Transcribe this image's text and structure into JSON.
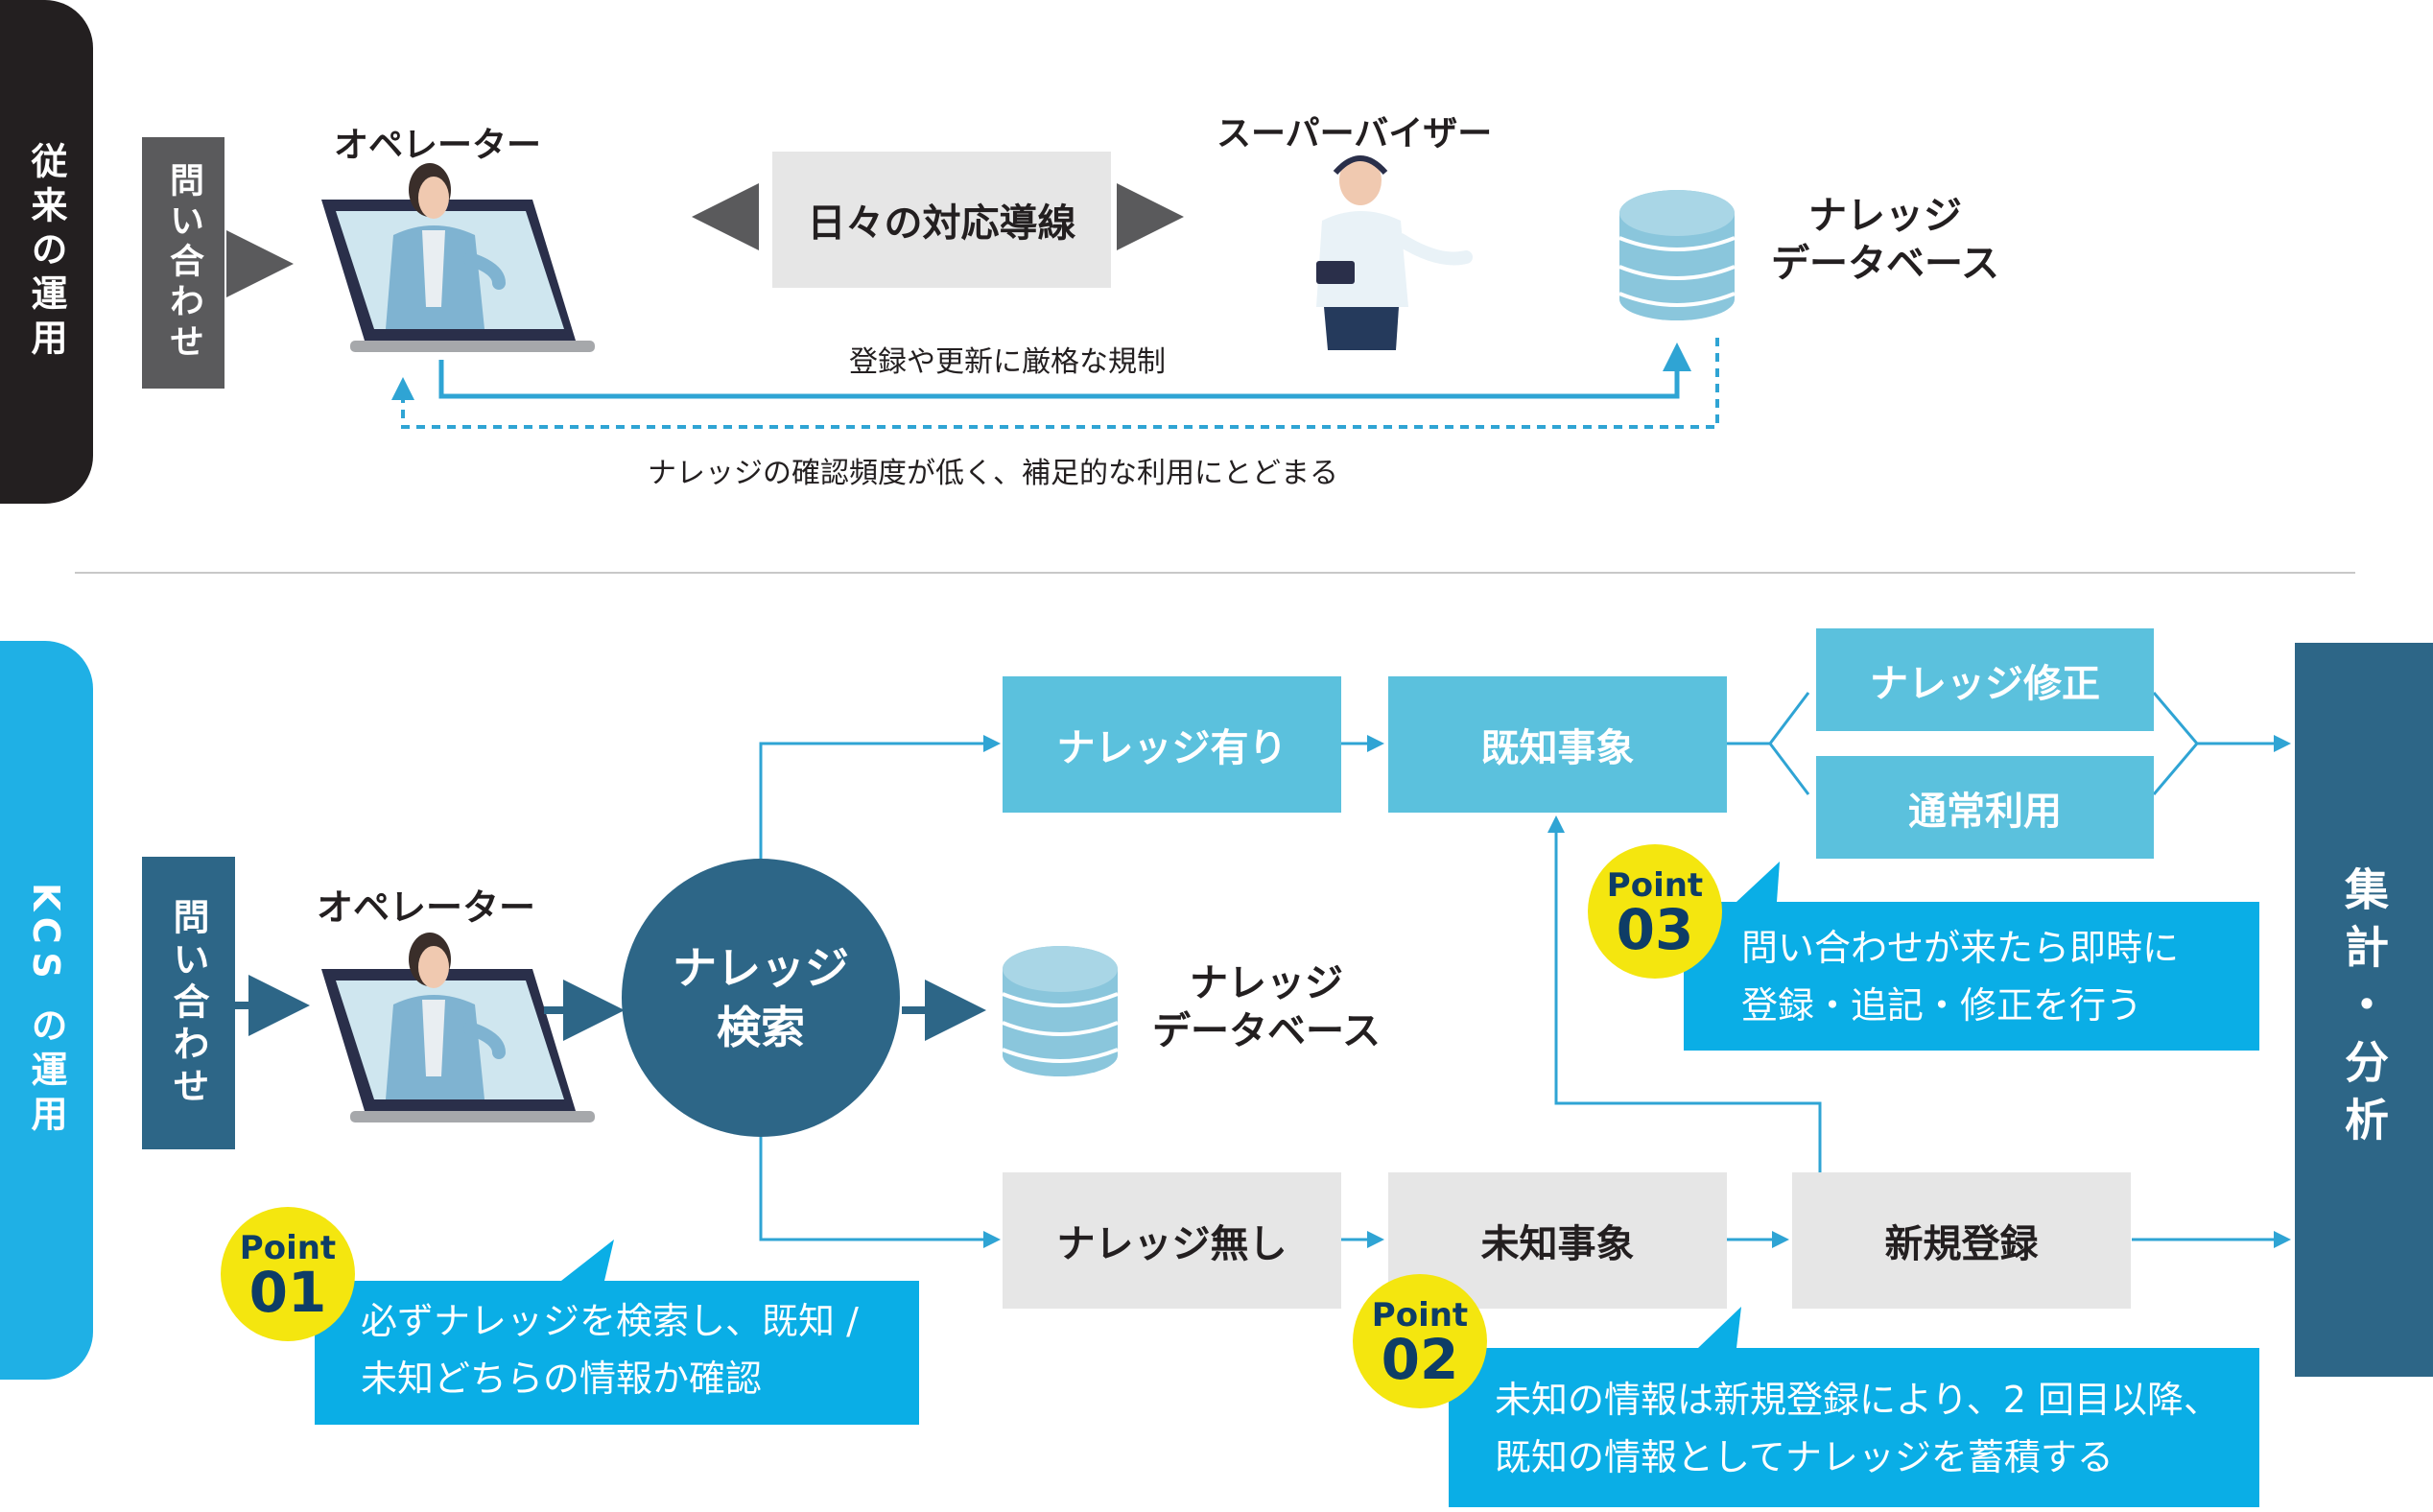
{
  "colors": {
    "dark": "#231f20",
    "gray_box": "#5a5a5c",
    "light_gray_box": "#e6e6e6",
    "light_blue": "#5bc1dd",
    "navy": "#2d6687",
    "bright_blue": "#0aaee6",
    "point_yellow": "#f4e60f",
    "arrow_blue": "#2fa4d4"
  },
  "top": {
    "side_label": "従来の運用",
    "inquiry": "問い合わせ",
    "operator": "オペレーター",
    "daily_flow": "日々の対応導線",
    "supervisor": "スーパーバイザー",
    "knowledge_db": [
      "ナレッジ",
      "データベース"
    ],
    "regulation": "登録や更新に厳格な規制",
    "limited_use": "ナレッジの確認頻度が低く、補足的な利用にとどまる"
  },
  "bottom": {
    "side_label": "KCS の運用",
    "inquiry": "問い合わせ",
    "operator": "オペレーター",
    "search": [
      "ナレッジ",
      "検索"
    ],
    "knowledge_db": [
      "ナレッジ",
      "データベース"
    ],
    "has_knowledge": "ナレッジ有り",
    "known_event": "既知事象",
    "knowledge_fix": "ナレッジ修正",
    "normal_use": "通常利用",
    "no_knowledge": "ナレッジ無し",
    "unknown_event": "未知事象",
    "new_registration": "新規登録",
    "aggregate": "集計・分析",
    "points": [
      {
        "label": "Point",
        "number": "01",
        "text": [
          "必ずナレッジを検索し、既知 /",
          "未知どちらの情報か確認"
        ]
      },
      {
        "label": "Point",
        "number": "02",
        "text": [
          "未知の情報は新規登録により、2 回目以降、",
          "既知の情報としてナレッジを蓄積する"
        ]
      },
      {
        "label": "Point",
        "number": "03",
        "text": [
          "問い合わせが来たら即時に",
          "登録・追記・修正を行う"
        ]
      }
    ]
  }
}
